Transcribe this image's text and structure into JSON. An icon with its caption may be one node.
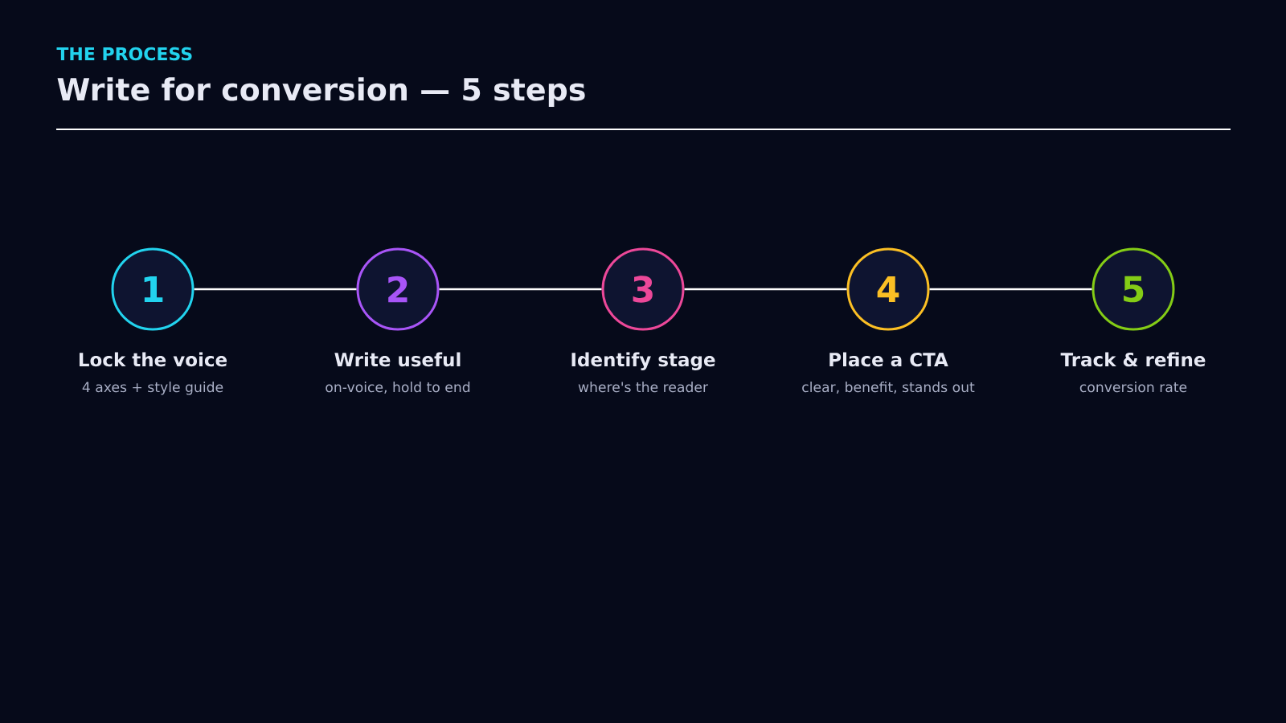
{
  "diagram": {
    "title": "Write for conversion — 5 steps",
    "nodes": [
      {
        "text": [
          "1"
        ],
        "beside": [
          "Lock the voice",
          "4 axes + style guide"
        ]
      },
      {
        "text": [
          "2"
        ],
        "beside": [
          "Write useful",
          "on-voice, hold to end"
        ]
      },
      {
        "text": [
          "3"
        ],
        "beside": [
          "Identify stage",
          "where's the reader"
        ]
      },
      {
        "text": [
          "4"
        ],
        "beside": [
          "Place a CTA",
          "clear, benefit, stands out"
        ]
      },
      {
        "text": [
          "5"
        ],
        "beside": [
          "Track & refine",
          "conversion rate"
        ]
      }
    ],
    "edges": [
      {
        "from": 0,
        "to": 1,
        "arrow": "none"
      },
      {
        "from": 1,
        "to": 2,
        "arrow": "none"
      },
      {
        "from": 2,
        "to": 3,
        "arrow": "none"
      },
      {
        "from": 3,
        "to": 4,
        "arrow": "none"
      }
    ],
    "labels": [
      "THE PROCESS"
    ]
  }
}
